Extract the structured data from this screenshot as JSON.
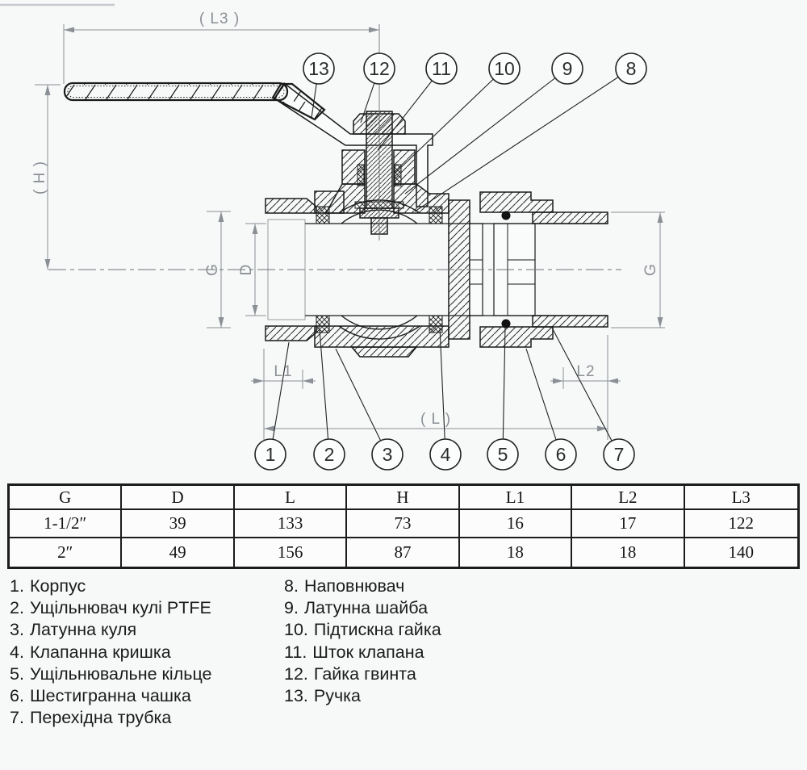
{
  "drawing": {
    "dim_labels": {
      "l3": "( L3 )",
      "h": "( H )",
      "g_left": "G",
      "d": "D",
      "l1": "L1",
      "l2": "L2",
      "l": "( L )",
      "g_right": "G"
    },
    "callouts_top": [
      "13",
      "12",
      "11",
      "10",
      "9",
      "8"
    ],
    "callouts_bottom": [
      "1",
      "2",
      "3",
      "4",
      "5",
      "6",
      "7"
    ],
    "colors": {
      "line": "#1a1a1a",
      "dimension": "#8b9096",
      "background": "#f7f8f8"
    }
  },
  "table": {
    "headers": [
      "G",
      "D",
      "L",
      "H",
      "L1",
      "L2",
      "L3"
    ],
    "rows": [
      [
        "1-1/2″",
        "39",
        "133",
        "73",
        "16",
        "17",
        "122"
      ],
      [
        "2″",
        "49",
        "156",
        "87",
        "18",
        "18",
        "140"
      ]
    ]
  },
  "parts_list": {
    "left": [
      {
        "num": "1.",
        "name": "Корпус"
      },
      {
        "num": "2.",
        "name": "Ущільнювач кулі PTFE"
      },
      {
        "num": "3.",
        "name": "Латунна куля"
      },
      {
        "num": "4.",
        "name": "Клапанна кришка"
      },
      {
        "num": "5.",
        "name": "Ущільнювальне кільце"
      },
      {
        "num": "6.",
        "name": "Шестигранна чашка"
      },
      {
        "num": "7.",
        "name": "Перехідна трубка"
      }
    ],
    "right": [
      {
        "num": "8.",
        "name": "Наповнювач"
      },
      {
        "num": "9.",
        "name": "Латунна шайба"
      },
      {
        "num": "10.",
        "name": "Підтискна гайка"
      },
      {
        "num": "11.",
        "name": "Шток клапана"
      },
      {
        "num": "12.",
        "name": "Гайка гвинта"
      },
      {
        "num": "13.",
        "name": "Ручка"
      }
    ]
  }
}
